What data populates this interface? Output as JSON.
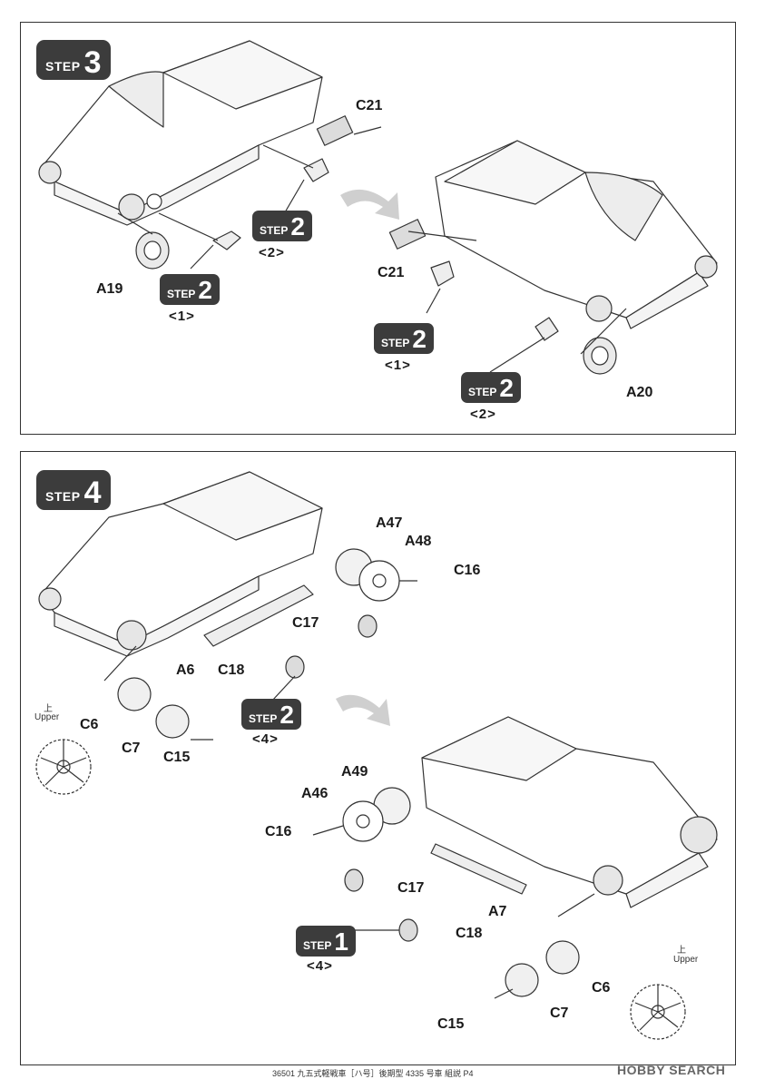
{
  "step3": {
    "badge_word": "STEP",
    "badge_number": "3",
    "refs": [
      {
        "word": "STEP",
        "number": "2",
        "sub": "<2>"
      },
      {
        "word": "STEP",
        "number": "2",
        "sub": "<1>"
      },
      {
        "word": "STEP",
        "number": "2",
        "sub": "<1>"
      },
      {
        "word": "STEP",
        "number": "2",
        "sub": "<2>"
      }
    ],
    "labels": {
      "c21_top": "C21",
      "a19": "A19",
      "c21_right": "C21",
      "a20": "A20"
    }
  },
  "step4": {
    "badge_word": "STEP",
    "badge_number": "4",
    "refs": [
      {
        "word": "STEP",
        "number": "2",
        "sub": "<4>"
      },
      {
        "word": "STEP",
        "number": "1",
        "sub": "<4>"
      }
    ],
    "labels": {
      "a47": "A47",
      "a48": "A48",
      "c16_top": "C16",
      "c17_top": "C17",
      "a6": "A6",
      "c18_top": "C18",
      "upper_jp_left": "上",
      "upper_left": "Upper",
      "c6_left": "C6",
      "c7_left": "C7",
      "c15_left": "C15",
      "a49": "A49",
      "a46": "A46",
      "c16_bottom": "C16",
      "c17_bottom": "C17",
      "a7": "A7",
      "c18_bottom": "C18",
      "upper_jp_right": "上",
      "upper_right": "Upper",
      "c6_right": "C6",
      "c7_right": "C7",
      "c15_right": "C15"
    }
  },
  "footer": "36501  九五式軽戦車［ハ号］後期型 4335 号車  組説 P4",
  "watermark": "HOBBY SEARCH"
}
